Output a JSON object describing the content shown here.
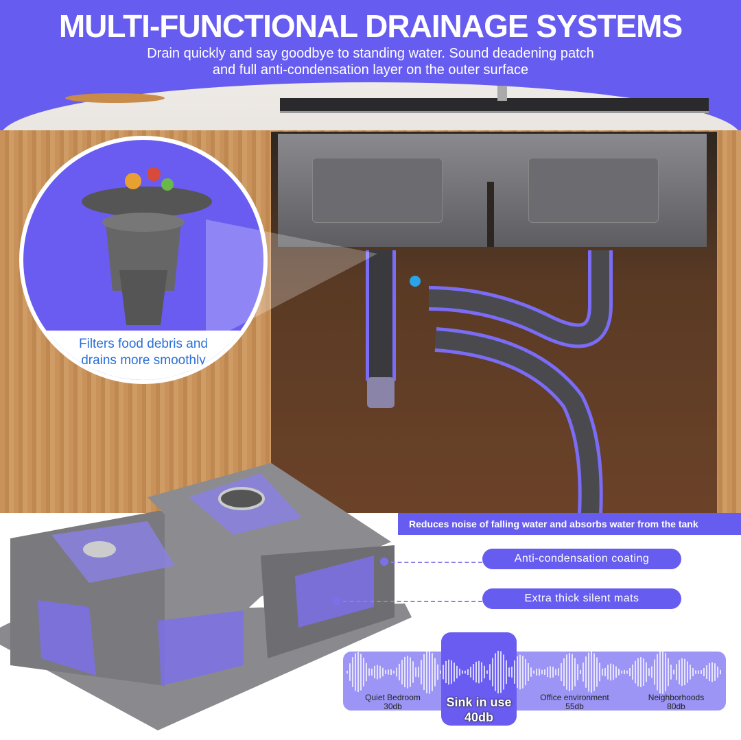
{
  "header": {
    "title": "MULTI-FUNCTIONAL DRAINAGE SYSTEMS",
    "subtitle_line1": "Drain quickly and say goodbye to standing water. Sound deadening patch",
    "subtitle_line2": "and full anti-condensation layer on the outer surface"
  },
  "inset": {
    "caption_line1": "Filters food debris and",
    "caption_line2": "drains more smoothly"
  },
  "features": {
    "noise_banner": "Reduces noise of falling water and absorbs water from the tank",
    "coating_label": "Anti-condensation coating",
    "mats_label": "Extra thick silent mats"
  },
  "sound_levels": [
    {
      "name": "Quiet Bedroom",
      "value": "30db"
    },
    {
      "name": "Sink in use",
      "value": "40db"
    },
    {
      "name": "Office environment",
      "value": "55db"
    },
    {
      "name": "Neighborhoods",
      "value": "80db"
    }
  ],
  "colors": {
    "accent": "#675cf0"
  }
}
